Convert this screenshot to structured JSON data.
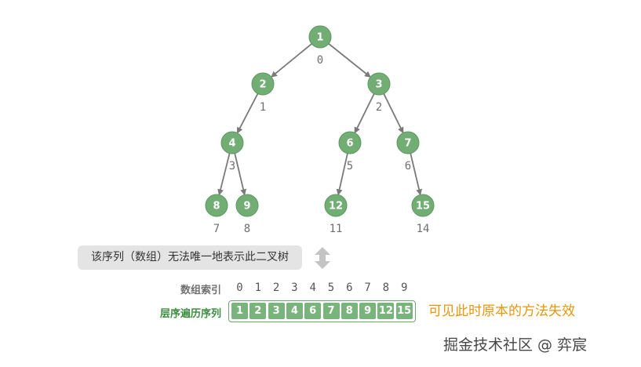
{
  "tree": {
    "nodes": [
      {
        "id": "n1",
        "label": "1",
        "index": "0",
        "parent": null
      },
      {
        "id": "n2",
        "label": "2",
        "index": "1",
        "parent": "n1"
      },
      {
        "id": "n3",
        "label": "3",
        "index": "2",
        "parent": "n1"
      },
      {
        "id": "n4",
        "label": "4",
        "index": "3",
        "parent": "n2"
      },
      {
        "id": "n6",
        "label": "6",
        "index": "5",
        "parent": "n3"
      },
      {
        "id": "n7",
        "label": "7",
        "index": "6",
        "parent": "n3"
      },
      {
        "id": "n8",
        "label": "8",
        "index": "7",
        "parent": "n4"
      },
      {
        "id": "n9",
        "label": "9",
        "index": "8",
        "parent": "n4"
      },
      {
        "id": "n12",
        "label": "12",
        "index": "11",
        "parent": "n6"
      },
      {
        "id": "n15",
        "label": "15",
        "index": "14",
        "parent": "n7"
      }
    ],
    "node_color": "#72ae74",
    "node_border": "#5c9960",
    "edge_color": "#7a7a7a"
  },
  "note": "该序列（数组）无法唯一地表示此二叉树",
  "array": {
    "index_label": "数组索引",
    "level_label": "层序遍历序列",
    "indices": [
      "0",
      "1",
      "2",
      "3",
      "4",
      "5",
      "6",
      "7",
      "8",
      "9"
    ],
    "values": [
      "1",
      "2",
      "3",
      "4",
      "6",
      "7",
      "8",
      "9",
      "12",
      "15"
    ]
  },
  "fail_note": "可见此时原本的方法失效",
  "watermark": "掘金技术社区 @ 弈宸",
  "colors": {
    "accent": "#e8950c",
    "label_green": "#3e8e41",
    "cell_green": "#7ab47d"
  }
}
